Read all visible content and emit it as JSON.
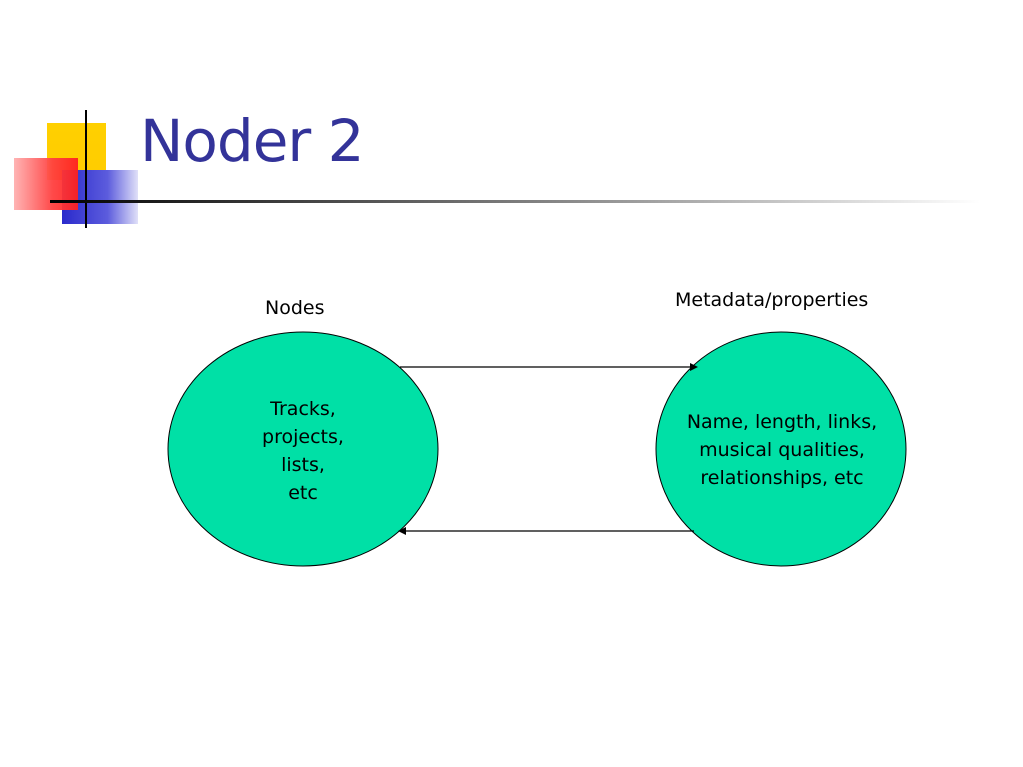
{
  "slide": {
    "title": "Noder 2"
  },
  "diagram": {
    "nodes_label": "Nodes",
    "metadata_label": "Metadata/properties",
    "left_node": {
      "lines": [
        "Tracks,",
        "projects,",
        "lists,",
        "etc"
      ]
    },
    "right_node": {
      "lines": [
        "Name, length, links,",
        "musical qualities,",
        "relationships, etc"
      ]
    },
    "colors": {
      "node_fill": "#00E0A6",
      "title": "#333399",
      "accent_yellow": "#FFCC00",
      "accent_red": "#FF4444",
      "accent_blue": "#3333CC"
    }
  }
}
